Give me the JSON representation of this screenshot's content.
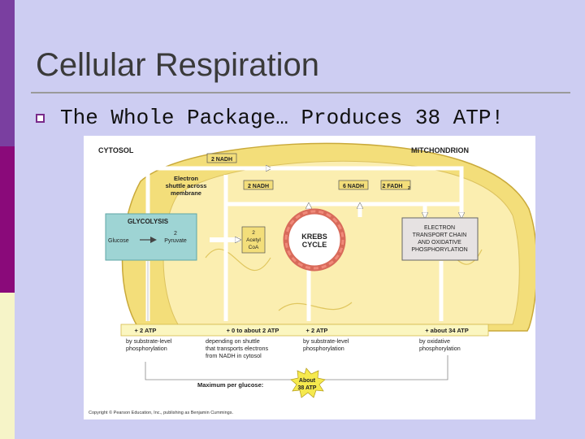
{
  "slide": {
    "title": "Cellular Respiration",
    "bullet": "The Whole Package… Produces 38 ATP!"
  },
  "diagram": {
    "cytosol": "CYTOSOL",
    "mitochondrion": "MITCHONDRION",
    "nadh_top": "2 NADH",
    "shuttle": [
      "Electron",
      "shuttle across",
      "membrane"
    ],
    "nadh_a": "2 NADH",
    "nadh_b": "6 NADH",
    "fadh": "2 FADH",
    "fadh_sub": "2",
    "glycolysis": "GLYCOLYSIS",
    "glucose": "Glucose",
    "pyruvate_n": "2",
    "pyruvate": "Pyruvate",
    "acetyl": [
      "2",
      "Acetyl",
      "CoA"
    ],
    "krebs": [
      "KREBS",
      "CYCLE"
    ],
    "etc": [
      "ELECTRON",
      "TRANSPORT CHAIN",
      "AND OXIDATIVE",
      "PHOSPHORYLATION"
    ],
    "atp": [
      "+ 2 ATP",
      "+ 0 to about 2 ATP",
      "+ 2 ATP",
      "+ about 34 ATP"
    ],
    "atp_desc": [
      [
        "by substrate-level",
        "phosphorylation"
      ],
      [
        "depending on shuttle",
        "that transports electrons",
        "from NADH in cytosol"
      ],
      [
        "by substrate-level",
        "phosphorylation"
      ],
      [
        "by oxidative",
        "phosphorylation"
      ]
    ],
    "max_label": "Maximum per glucose:",
    "about": [
      "About",
      "38 ATP"
    ],
    "copyright": "Copyright © Pearson Education, Inc., publishing as Benjamin Cummings.",
    "colors": {
      "mito_fill": "#f3de7a",
      "mito_inner": "#fbeeb0",
      "glyco": "#9ed4d4",
      "cycle": "#f08a7a",
      "burst": "#f5e94e",
      "etc_fill": "#e6e2e2"
    }
  }
}
